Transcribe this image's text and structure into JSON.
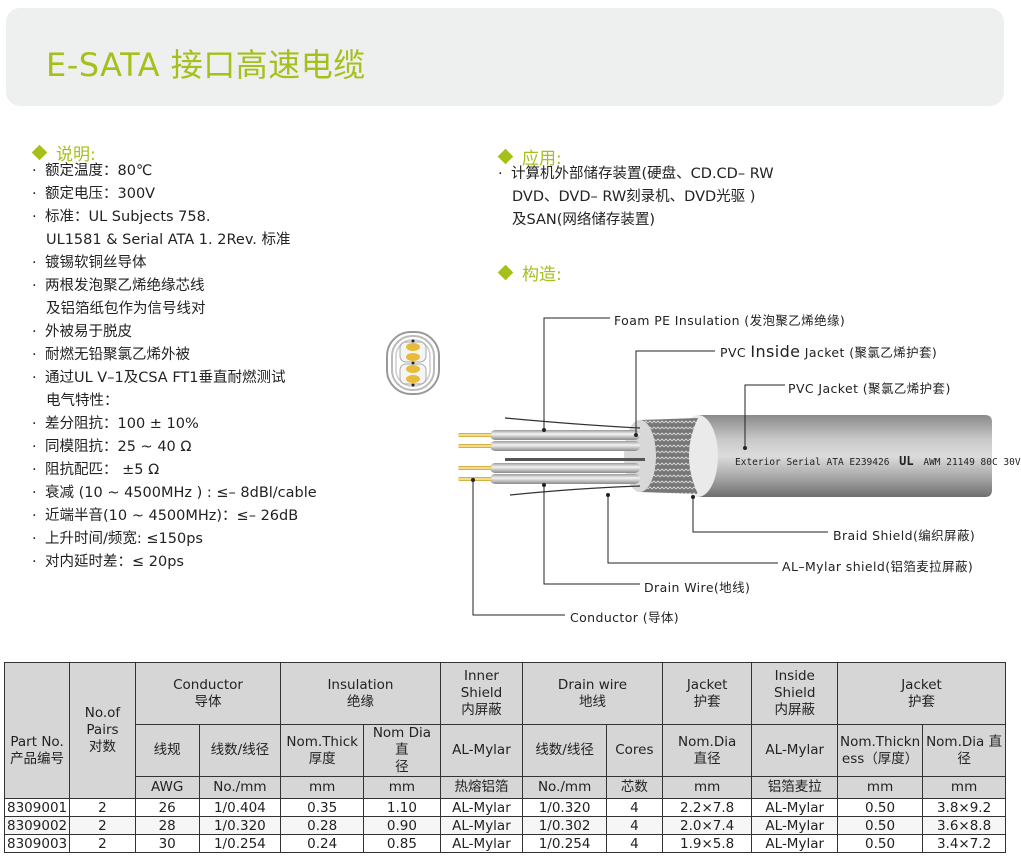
{
  "header": {
    "title": "E-SATA 接口高速电缆"
  },
  "description": {
    "heading": "说明:",
    "lines": [
      {
        "text": "额定温度：80℃",
        "bullet": true
      },
      {
        "text": "额定电压：300V",
        "bullet": true
      },
      {
        "text": "标准：UL Subjects 758.",
        "bullet": true
      },
      {
        "text": "UL1581 & Serial ATA 1. 2Rev. 标准",
        "bullet": false
      },
      {
        "text": "镀锡软铜丝导体",
        "bullet": true
      },
      {
        "text": "两根发泡聚乙烯绝缘芯线",
        "bullet": true
      },
      {
        "text": "及铝箔纸包作为信号线对",
        "bullet": false
      },
      {
        "text": "外被易于脱皮",
        "bullet": true
      },
      {
        "text": "耐燃无铅聚氯乙烯外被",
        "bullet": true
      },
      {
        "text": "通过UL V–1及CSA FT1垂直耐燃测试",
        "bullet": true
      },
      {
        "text": "电气特性：",
        "bullet": false
      },
      {
        "text": "差分阻抗：100 ± 10%",
        "bullet": true
      },
      {
        "text": "同模阻抗：25 ~ 40 Ω",
        "bullet": true
      },
      {
        "text": "阻抗配匹： ±5 Ω",
        "bullet": true
      },
      {
        "text": "衰减 (10 ~  4500MHz ) : ≤– 8dBl/cable",
        "bullet": true
      },
      {
        "text": "近端半音(10 ~ 4500MHz)：≤– 26dB",
        "bullet": true
      },
      {
        "text": "上升时间/频宽: ≤150ps",
        "bullet": true
      },
      {
        "text": "对内延时差：≤ 20ps",
        "bullet": true
      }
    ]
  },
  "application": {
    "heading": "应用:",
    "lines": [
      {
        "text": "计算机外部储存装置(硬盘、CD.CD– RW",
        "bullet": true
      },
      {
        "text": "DVD、DVD– RW刻录机、DVD光驱 )",
        "bullet": false
      },
      {
        "text": "及SAN(网络储存装置)",
        "bullet": false
      }
    ]
  },
  "construction": {
    "heading": "构造:",
    "cable_print": "Exterior Serial ATA E239426",
    "cable_print_ul": "UL",
    "cable_print_rating": "AWM 21149 80C 30V",
    "labels": {
      "foam_pe": "Foam PE Insulation (发泡聚乙烯绝缘)",
      "pvc_inside_prefix": "PVC ",
      "pvc_inside_big": "Inside",
      "pvc_inside_suffix": " Jacket (聚氯乙烯护套)",
      "pvc_jacket": "PVC Jacket (聚氯乙烯护套)",
      "braid_shield": "Braid Shield(编织屏蔽)",
      "al_mylar": "AL–Mylar shield(铝箔麦拉屏蔽)",
      "drain_wire": "Drain Wire(地线)",
      "conductor": "Conductor (导体)"
    }
  },
  "table": {
    "head": {
      "part_no": [
        "Part No.",
        "产品编号"
      ],
      "pairs": [
        "No.of",
        "Pairs",
        "对数"
      ],
      "conductor": [
        "Conductor",
        "导体"
      ],
      "insulation": [
        "Insulation",
        "绝缘"
      ],
      "inner_shield": [
        "Inner Shield",
        "内屏蔽"
      ],
      "drain_wire": [
        "Drain wire",
        "地线"
      ],
      "jacket1": [
        "Jacket",
        "护套"
      ],
      "inside_shield": [
        "Inside",
        "Shield",
        "内屏蔽"
      ],
      "jacket2": [
        "Jacket",
        "护套"
      ]
    },
    "sub": {
      "cond_gauge": "线规",
      "cond_strands": "线数/线径",
      "ins_thick": [
        "Nom.Thick",
        "厚度"
      ],
      "ins_dia": [
        "Nom Dia 直",
        "径"
      ],
      "inner_shield": "AL-Mylar",
      "drain_strands": "线数/线径",
      "drain_cores": "Cores",
      "jacket1_dia": [
        "Nom.Dia",
        "直径"
      ],
      "inside_shield": "AL-Mylar",
      "jacket2_thick": [
        "Nom.Thickn",
        "ess（厚度）"
      ],
      "jacket2_dia": [
        "Nom.Dia 直",
        "径"
      ]
    },
    "units": [
      "AWG",
      "No./mm",
      "mm",
      "mm",
      "热熔铝箔",
      "No./mm",
      "芯数",
      "mm",
      "铝箔麦拉",
      "mm",
      "mm"
    ],
    "rows": [
      [
        "8309001",
        "2",
        "26",
        "1/0.404",
        "0.35",
        "1.10",
        "AL-Mylar",
        "1/0.320",
        "4",
        "2.2×7.8",
        "AL-Mylar",
        "0.50",
        "3.8×9.2"
      ],
      [
        "8309002",
        "2",
        "28",
        "1/0.320",
        "0.28",
        "0.90",
        "AL-Mylar",
        "1/0.302",
        "4",
        "2.0×7.4",
        "AL-Mylar",
        "0.50",
        "3.6×8.8"
      ],
      [
        "8309003",
        "2",
        "30",
        "1/0.254",
        "0.24",
        "0.85",
        "AL-Mylar",
        "1/0.254",
        "4",
        "1.9×5.8",
        "AL-Mylar",
        "0.50",
        "3.4×7.2"
      ]
    ]
  },
  "colors": {
    "accent": "#a6bf1a",
    "header_band": "#eeefef",
    "table_header": "#d6d6d6"
  }
}
